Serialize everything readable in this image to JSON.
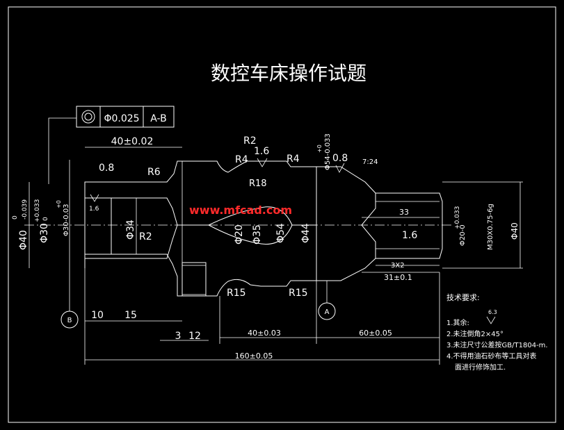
{
  "title": "数控车床操作试题",
  "watermark": "www.mfcad.com",
  "tolerance_frame": {
    "symbol": "concentricity",
    "value": "Φ0.025",
    "datum": "A-B"
  },
  "roughness": {
    "r1": "0.8",
    "r2": "1.6",
    "r3": "0.8",
    "r4": "1.6",
    "r5": "1.6",
    "general": "6.3"
  },
  "radii": {
    "r2_top": "R2",
    "r4_a": "R4",
    "r4_b": "R4",
    "r6": "R6",
    "r18": "R18",
    "r2_in": "R2",
    "r15_a": "R15",
    "r15_b": "R15"
  },
  "dims": {
    "d40_02": "40±0.02",
    "phi40": "Φ40",
    "phi40_tol_up": "0",
    "phi40_tol_dn": "-0.039",
    "phi30": "Φ30",
    "phi30_tol_up": "+0.033",
    "phi30_tol_dn": "0",
    "phi30b": "Φ30-0.03",
    "phi30b_tol": "+0",
    "phi34": "Φ34",
    "phi20": "Φ20",
    "phi35": "Φ35",
    "phi54": "Φ54",
    "phi44": "Φ44",
    "phi54t": "Φ54-0.033",
    "phi54t_tol": "+0",
    "taper": "7:24",
    "d33": "33",
    "phi20b": "Φ20-0",
    "phi20b_tol": "+0.033",
    "thread": "M30X0.75-6g",
    "phi40r": "Φ40",
    "d3x2": "3X2",
    "d31": "31±0.1",
    "d10": "10",
    "d15": "15",
    "d3": "3",
    "d12": "12",
    "d40_03": "40±0.03",
    "d60": "60±0.05",
    "d160": "160±0.05"
  },
  "datums": {
    "a": "A",
    "b": "B"
  },
  "notes": {
    "heading": "技术要求:",
    "n1": "1.其余:",
    "n2": "2.未注倒角2×45°",
    "n3": "3.未注尺寸公差按GB/T1804-m.",
    "n4a": "4.不得用油石砂布等工具对表",
    "n4b": "面进行修饰加工."
  },
  "colors": {
    "background": "#000000",
    "lines": "#ffffff",
    "watermark": "#ff2a2a"
  }
}
